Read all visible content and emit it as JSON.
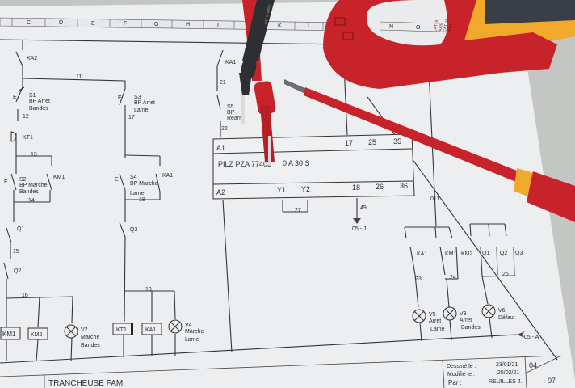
{
  "columns": [
    "C",
    "D",
    "E",
    "F",
    "G",
    "H",
    "I",
    "K",
    "L",
    "N",
    "O"
  ],
  "left": {
    "ka2": "KA2",
    "wire11": "11'",
    "s1": [
      "S1",
      "BP Arret",
      "Bandes"
    ],
    "w12": "12",
    "kt1": "KT1",
    "w13": "13",
    "s2": [
      "S2",
      "BP Marche",
      "Bandes"
    ],
    "km1c": "KM1",
    "w14": "14",
    "q1": "Q1",
    "w15": "15",
    "q2": "Q2",
    "w16": "16",
    "km1": "KM1",
    "km2": "KM2",
    "v2": [
      "V2",
      "Marche",
      "Bandes"
    ],
    "e": "E"
  },
  "middle": {
    "s3": [
      "S3",
      "BP Arret",
      "Lame"
    ],
    "w17": "17",
    "s4": [
      "S4",
      "BP Marche",
      "Lame"
    ],
    "ka1c": "KA1",
    "w18": "18",
    "q3": "Q3",
    "w19": "19",
    "kt1": "KT1",
    "ka1": "KA1",
    "v4": [
      "V4",
      "Marche",
      "Lame"
    ]
  },
  "relay": {
    "ka1": "KA1",
    "w21": "21",
    "s5": [
      "S5",
      "BP",
      "Réarm"
    ],
    "w22": "22",
    "a1": "A1",
    "a2": "A2",
    "model": "PILZ PZA 77403",
    "timing": "0 A 30 S",
    "y1": "Y1",
    "y2": "Y2",
    "w27": "27",
    "t17": "17",
    "t25": "25",
    "t35": "35",
    "t18": "18",
    "t26": "26",
    "t36": "36",
    "w49": "49",
    "ref": "05 - J",
    "w011": "011"
  },
  "right": {
    "ka1": "KA1",
    "km1": "KM1",
    "km2": "KM2",
    "q1": "Q1",
    "q2": "Q2",
    "q3": "Q3",
    "w23": "23",
    "w24": "24",
    "w25": "25",
    "v5": [
      "V5",
      "Arret",
      "Lame"
    ],
    "v3": [
      "V3",
      "Arret",
      "Bandes"
    ],
    "v6": [
      "V6",
      "Défaut"
    ],
    "ref": "05 - A"
  },
  "title_block": {
    "project": "TRANCHEUSE FAM",
    "drawn_label": "Dessiné le :",
    "drawn": "23/01/21",
    "modified_label": "Modifié le :",
    "modified": "25/02/21",
    "by_label": "Par :",
    "by": "REUILLES J.",
    "page": "04",
    "total": "07"
  },
  "tools": {
    "probe_rating": "CAT III 1000V",
    "clamp_rating": [
      "CAT III",
      "600V",
      "CAT IV",
      "300V"
    ]
  },
  "colors": {
    "tool_red": "#c8232a",
    "clamp_yellow": "#f0a92a",
    "probe_black": "#2e2f33"
  }
}
